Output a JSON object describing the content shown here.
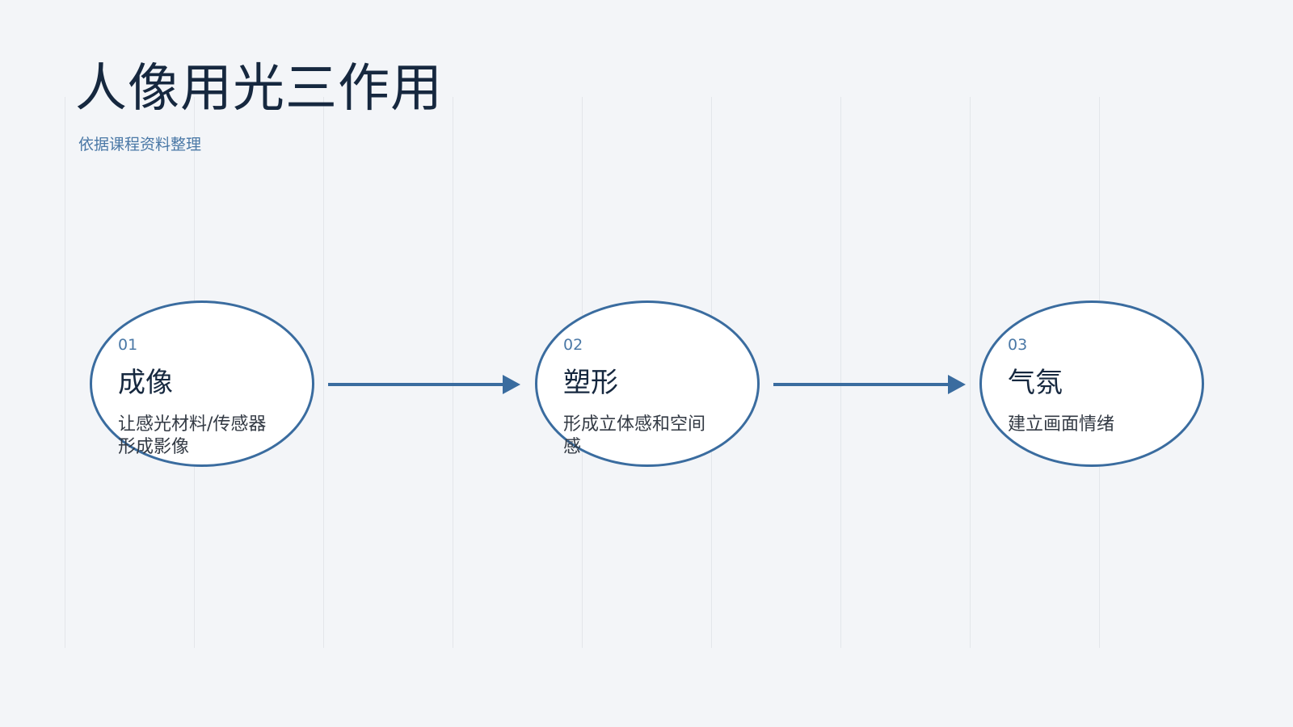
{
  "title": "人像用光三作用",
  "subtitle": "依据课程资料整理",
  "steps": [
    {
      "num": "01",
      "title": "成像",
      "desc": "让感光材料/传感器形成影像"
    },
    {
      "num": "02",
      "title": "塑形",
      "desc": "形成立体感和空间感"
    },
    {
      "num": "03",
      "title": "气氛",
      "desc": "建立画面情绪"
    }
  ],
  "colors": {
    "background": "#f3f5f8",
    "accent": "#3a6c9f",
    "title": "#16283f",
    "muted_blue": "#4a78a6",
    "body_text": "#333a44",
    "grid": "#e3e6ea"
  }
}
